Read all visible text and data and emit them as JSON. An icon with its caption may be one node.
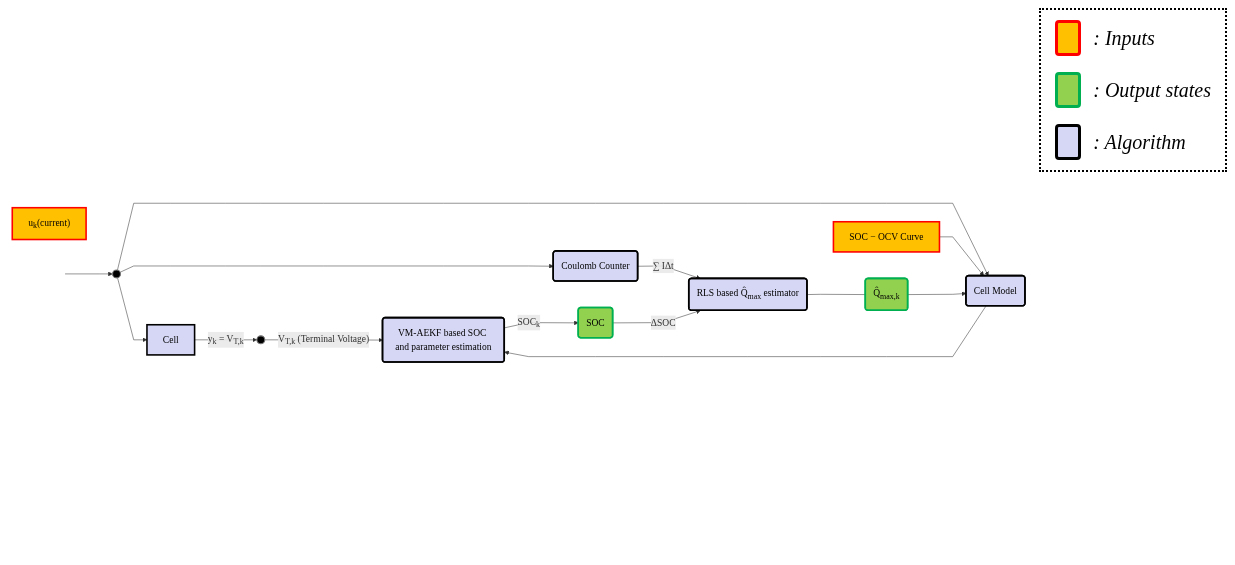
{
  "diagram": {
    "nodes": [
      {
        "text": [
          "u$_{k}$(current)"
        ]
      },
      {
        "text": [],
        "shape": "circle"
      },
      {
        "text": [
          "Cell"
        ]
      },
      {
        "text": [],
        "shape": "circle"
      },
      {
        "text": [
          "SOC − OCV Curve"
        ]
      },
      {
        "text": [
          "Cell Model"
        ]
      },
      {
        "text": [
          "Q̂$_{max,k}$"
        ]
      },
      {
        "text": [
          "VM-AEKF based SOC and parameter estimation"
        ]
      },
      {
        "text": [
          "Coulomb Counter"
        ]
      },
      {
        "text": [
          "SOC"
        ]
      },
      {
        "text": [
          "RLS based Q̂$_{max}$ estimator"
        ]
      }
    ],
    "edges": [
      {
        "from": null,
        "to": 1,
        "arrow": "to"
      },
      {
        "from": 1,
        "to": 2,
        "arrow": "to"
      },
      {
        "from": 1,
        "to": 5,
        "arrow": "to"
      },
      {
        "from": 1,
        "to": 8,
        "arrow": "to"
      },
      {
        "from": 4,
        "to": 5,
        "arrow": "to"
      },
      {
        "from": 6,
        "to": 5,
        "arrow": "to"
      },
      {
        "from": 2,
        "to": 3,
        "arrow": "to",
        "label": "y$_{k}$ = V$_{T,k}$"
      },
      {
        "from": 3,
        "to": 7,
        "arrow": "to",
        "label": "V$_{T,k}$ (Terminal Voltage)"
      },
      {
        "from": 5,
        "to": 7,
        "arrow": "to"
      },
      {
        "from": 7,
        "to": 9,
        "arrow": "to",
        "label": "SOC$_{k}$"
      },
      {
        "from": 8,
        "to": 10,
        "arrow": "to",
        "label": "∑ IΔt"
      },
      {
        "from": 9,
        "to": 10,
        "arrow": "to",
        "label": "ΔSOC"
      },
      {
        "from": 10,
        "to": 6,
        "arrow": "none"
      }
    ],
    "legend": [
      {
        "text": ": Inputs",
        "color": "#ffc000"
      },
      {
        "text": ": Output states",
        "color": "#92d050"
      },
      {
        "text": ": Algorithm",
        "color": "#d6d7f5"
      }
    ]
  }
}
